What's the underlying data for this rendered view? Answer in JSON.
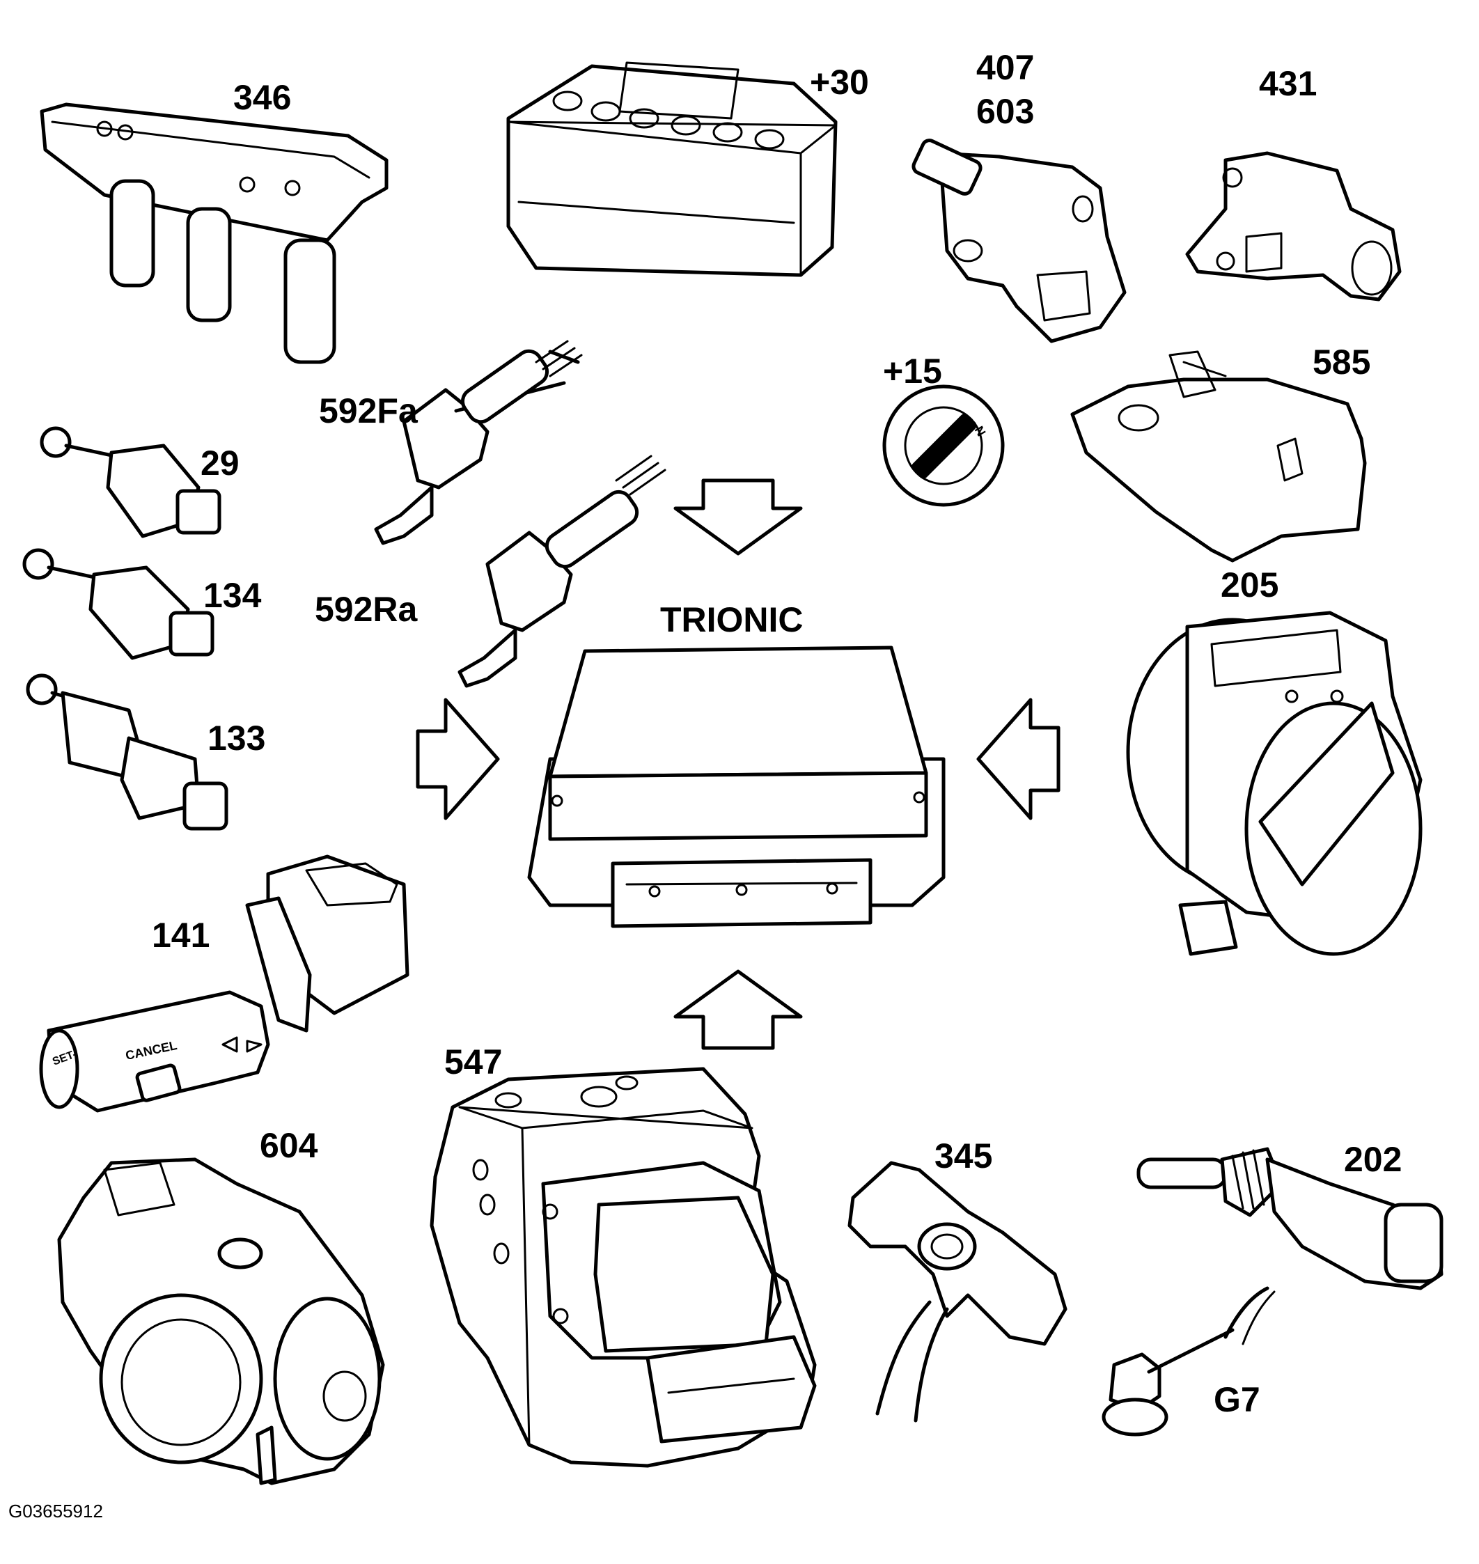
{
  "center_unit": {
    "label": "TRIONIC"
  },
  "components": [
    {
      "id": "ignition-coil",
      "label": "346"
    },
    {
      "id": "battery",
      "label": "+30"
    },
    {
      "id": "pressure-sensor-a-top",
      "label": "407"
    },
    {
      "id": "pressure-sensor-a-bottom",
      "label": "603"
    },
    {
      "id": "pressure-sensor-b",
      "label": "431"
    },
    {
      "id": "ignition-switch",
      "label": "+15"
    },
    {
      "id": "pedal-module",
      "label": "585"
    },
    {
      "id": "oxygen-sensor-front",
      "label": "592Fa"
    },
    {
      "id": "oxygen-sensor-rear",
      "label": "592Ra"
    },
    {
      "id": "switch-29",
      "label": "29"
    },
    {
      "id": "switch-134",
      "label": "134"
    },
    {
      "id": "switch-133",
      "label": "133"
    },
    {
      "id": "mass-air-flow-meter",
      "label": "205"
    },
    {
      "id": "cruise-control-stalk",
      "label": "141"
    },
    {
      "id": "abs-module",
      "label": "547"
    },
    {
      "id": "throttle-body",
      "label": "604"
    },
    {
      "id": "crank-sensor",
      "label": "345"
    },
    {
      "id": "coolant-sensor",
      "label": "202"
    },
    {
      "id": "ground-point",
      "label": "G7"
    }
  ],
  "figure_code": "G03655912",
  "colors": {
    "ink": "#000000",
    "paper": "#ffffff"
  }
}
